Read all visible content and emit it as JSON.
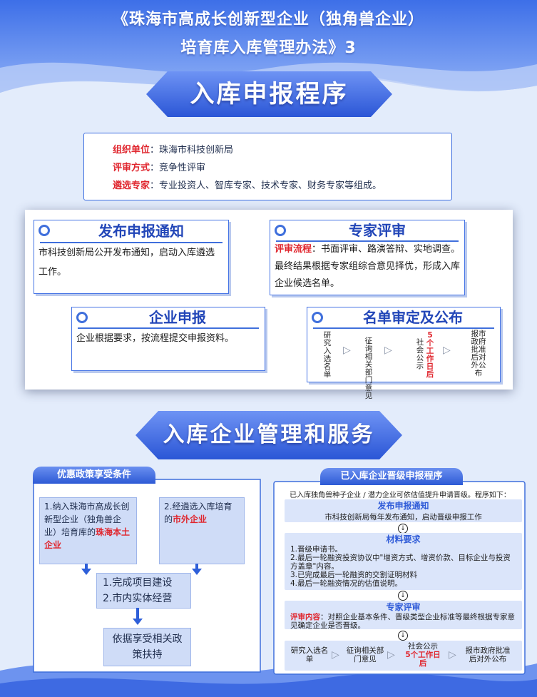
{
  "header": {
    "title_line1": "《珠海市高成长创新型企业（独角兽企业）",
    "title_line2": "培育库入库管理办法》3"
  },
  "section1": {
    "banner": "入库申报程序",
    "info": [
      {
        "label": "组织单位",
        "value": "：珠海市科技创新局"
      },
      {
        "label": "评审方式",
        "value": "：竞争性评审"
      },
      {
        "label": "遴选专家",
        "value": "：专业投资人、智库专家、技术专家、财务专家等组成。"
      }
    ],
    "steps": {
      "publish": {
        "title": "发布申报通知",
        "text": "市科技创新局公开发布通知，启动入库遴选工作。"
      },
      "apply": {
        "title": "企业申报",
        "text": "企业根据要求，按流程提交申报资料。"
      },
      "review": {
        "title": "专家评审",
        "label": "评审流程",
        "text": "：书面评审、路演答辩、实地调查。最终结果根据专家组综合意见择优，形成入库企业候选名单。"
      },
      "approve": {
        "title": "名单审定及公布",
        "flow": [
          "研究入选名单",
          "征询相关部门意见",
          "社会公示",
          "5个工作日后",
          "报市政府批准后对外公布"
        ]
      }
    }
  },
  "section2": {
    "banner": "入库企业管理和服务",
    "left": {
      "tab": "优惠政策享受条件",
      "box1_text": "1.纳入珠海市高成长创新型企业（独角兽企业）培育库的",
      "box1_red": "珠海本土企业",
      "box2_text": "2.经遴选入库培育的",
      "box2_red": "市外企业",
      "box3_line1": "1.完成项目建设",
      "box3_line2": "2.市内实体经营",
      "box4": "依据享受相关政策扶持"
    },
    "right": {
      "tab": "已入库企业晋级申报程序",
      "intro": "已入库独角兽种子企业 / 潜力企业可依估值提升申请晋级。程序如下：",
      "s1_title": "发布申报通知",
      "s1_text": "市科技创新局每年发布通知，启动晋级申报工作",
      "s2_title": "材料要求",
      "s2_items": [
        "1.晋级申请书。",
        "2.最后一轮融资投资协议中\"增资方式、增资价款、目标企业与投资方盖章\"内容。",
        "3.已完成最后一轮融资的交割证明材料",
        "4.最后一轮融资情况的估值说明。"
      ],
      "s3_title": "专家评审",
      "s3_label": "评审内容",
      "s3_text": "：对照企业基本条件、晋级类型企业标准等最终根据专家意见确定企业是否晋级。",
      "flow": [
        "研究入选名单",
        "征询相关部门意见",
        "社会公示",
        "5个工作日后",
        "报市政府批准后对外公布"
      ]
    }
  },
  "colors": {
    "primary": "#2f5bd8",
    "highlight": "#e0262e",
    "background": "#dfe9fb"
  }
}
